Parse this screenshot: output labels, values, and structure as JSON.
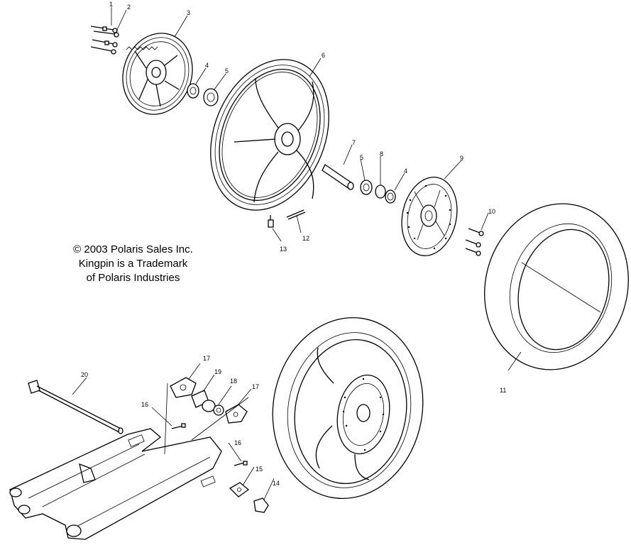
{
  "copyright": {
    "line1": "© 2003 Polaris Sales Inc.",
    "line2": "Kingpin is a Trademark",
    "line3": "of Polaris Industries"
  },
  "callouts": {
    "c1": "1",
    "c2": "2",
    "c3": "3",
    "c4a": "4",
    "c5a": "5",
    "c6": "6",
    "c7": "7",
    "c5b": "5",
    "c8": "8",
    "c4b": "4",
    "c9": "9",
    "c10": "10",
    "c11": "11",
    "c12": "12",
    "c13": "13",
    "c14": "14",
    "c15": "15",
    "c16a": "16",
    "c16b": "16",
    "c17a": "17",
    "c17b": "17",
    "c18": "18",
    "c19": "19",
    "c20": "20"
  }
}
